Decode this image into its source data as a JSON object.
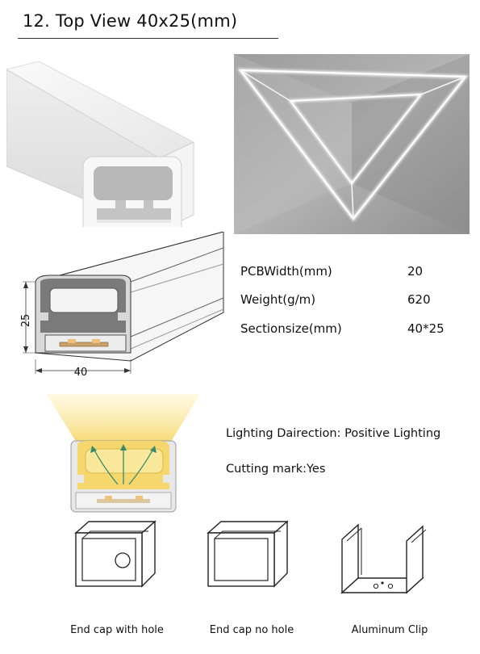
{
  "heading": {
    "title": "12. Top View 40x25(mm)"
  },
  "drawing": {
    "height_dim": "25",
    "width_dim": "40"
  },
  "specs": [
    {
      "label": "PCBWidth(mm)",
      "value": "20"
    },
    {
      "label": "Weight(g/m)",
      "value": "620"
    },
    {
      "label": "Sectionsize(mm)",
      "value": "40*25"
    }
  ],
  "lighting": {
    "direction_text": "Lighting Dairection: Positive Lighting",
    "cutting_text": "Cutting mark:Yes"
  },
  "accessories": [
    {
      "label": "End cap with hole",
      "icon": "end-cap-with-hole-icon"
    },
    {
      "label": "End cap no hole",
      "icon": "end-cap-no-hole-icon"
    },
    {
      "label": "Aluminum Clip",
      "icon": "aluminum-clip-icon"
    }
  ],
  "colors": {
    "glow": "#f5d76e",
    "room_bg": "#a9a9a9",
    "profile": "#f2f2f2"
  }
}
